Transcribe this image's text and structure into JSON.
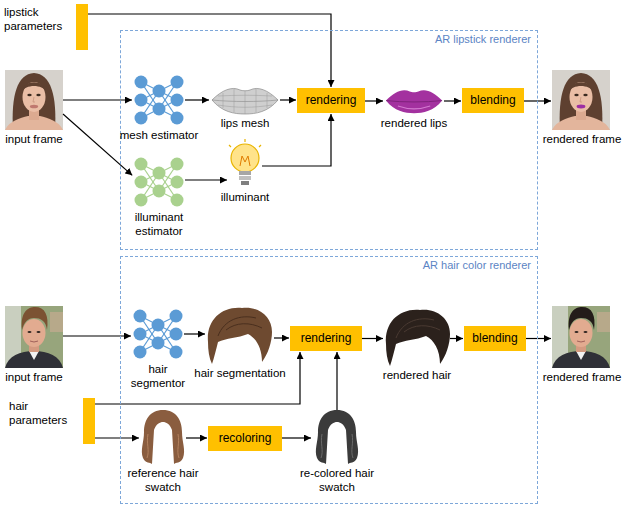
{
  "diagram": {
    "nodes": [
      {
        "text": [
          "AR lipstick renderer"
        ]
      },
      {
        "text": [
          "lipstick parameters"
        ]
      },
      {
        "text": [
          "input frame"
        ]
      },
      {
        "text": [
          "mesh estimator"
        ],
        "in": 0
      },
      {
        "text": [
          "lips mesh"
        ],
        "in": 0
      },
      {
        "text": [
          "rendering"
        ],
        "in": 0
      },
      {
        "text": [
          "rendered lips"
        ],
        "in": 0
      },
      {
        "text": [
          "blending"
        ],
        "in": 0
      },
      {
        "text": [
          "illuminant estimator"
        ],
        "in": 0
      },
      {
        "text": [
          "illuminant"
        ],
        "in": 0
      },
      {
        "text": [
          "rendered frame"
        ]
      },
      {
        "text": [
          "AR hair color renderer"
        ]
      },
      {
        "text": [
          "input frame"
        ]
      },
      {
        "text": [
          "hair segmentor"
        ],
        "in": 11
      },
      {
        "text": [
          "hair segmentation"
        ],
        "in": 11
      },
      {
        "text": [
          "rendering"
        ],
        "in": 11
      },
      {
        "text": [
          "rendered hair"
        ],
        "in": 11
      },
      {
        "text": [
          "blending"
        ],
        "in": 11
      },
      {
        "text": [
          "rendered frame"
        ]
      },
      {
        "text": [
          "hair parameters"
        ]
      },
      {
        "text": [
          "reference hair swatch"
        ],
        "in": 11
      },
      {
        "text": [
          "recoloring"
        ],
        "in": 11
      },
      {
        "text": [
          "re-colored hair swatch"
        ],
        "in": 11
      }
    ],
    "edges": [
      {
        "from": 1,
        "to": 5,
        "arrow": "to"
      },
      {
        "from": 2,
        "to": 3,
        "arrow": "to"
      },
      {
        "from": 2,
        "to": 8,
        "arrow": "to"
      },
      {
        "from": 3,
        "to": 4,
        "arrow": "to"
      },
      {
        "from": 4,
        "to": 5,
        "arrow": "to"
      },
      {
        "from": 9,
        "to": 5,
        "arrow": "to"
      },
      {
        "from": 8,
        "to": 9,
        "arrow": "to"
      },
      {
        "from": 5,
        "to": 6,
        "arrow": "to"
      },
      {
        "from": 6,
        "to": 7,
        "arrow": "to"
      },
      {
        "from": 7,
        "to": 10,
        "arrow": "to"
      },
      {
        "from": 12,
        "to": 13,
        "arrow": "to"
      },
      {
        "from": 13,
        "to": 14,
        "arrow": "to"
      },
      {
        "from": 14,
        "to": 15,
        "arrow": "to"
      },
      {
        "from": 15,
        "to": 16,
        "arrow": "to"
      },
      {
        "from": 16,
        "to": 17,
        "arrow": "to"
      },
      {
        "from": 17,
        "to": 18,
        "arrow": "to"
      },
      {
        "from": 19,
        "to": 15,
        "arrow": "to"
      },
      {
        "from": 19,
        "to": 20,
        "arrow": "to"
      },
      {
        "from": 20,
        "to": 21,
        "arrow": "to"
      },
      {
        "from": 21,
        "to": 22,
        "arrow": "to"
      },
      {
        "from": 22,
        "to": 15,
        "arrow": "to"
      }
    ]
  }
}
